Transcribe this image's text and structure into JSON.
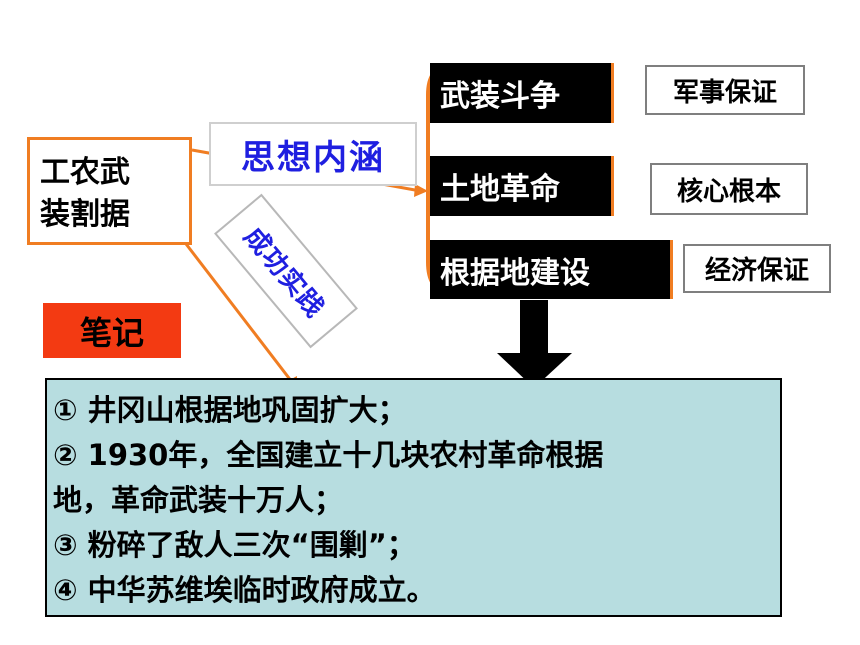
{
  "main_concept": {
    "line1": "工农武",
    "line2": "装割据"
  },
  "connector_label": "思想内涵",
  "practice_label": "成功实践",
  "branches": [
    {
      "label": "武装斗争",
      "tag": "军事保证"
    },
    {
      "label": "土地革命",
      "tag": "核心根本"
    },
    {
      "label": "根据地建设",
      "tag": "经济保证"
    }
  ],
  "notes_label": "笔记",
  "content_lines": [
    "① 井冈山根据地巩固扩大；",
    "② 1930年，全国建立十几块农村革命根据",
    "地，革命武装十万人；",
    "③ 粉碎了敌人三次“围剿”；",
    "④ 中华苏维埃临时政府成立。"
  ],
  "colors": {
    "orange": "#f07d22",
    "blue_text": "#1f1fe0",
    "red_label": "#f33a12",
    "content_bg": "#b7dde0"
  }
}
